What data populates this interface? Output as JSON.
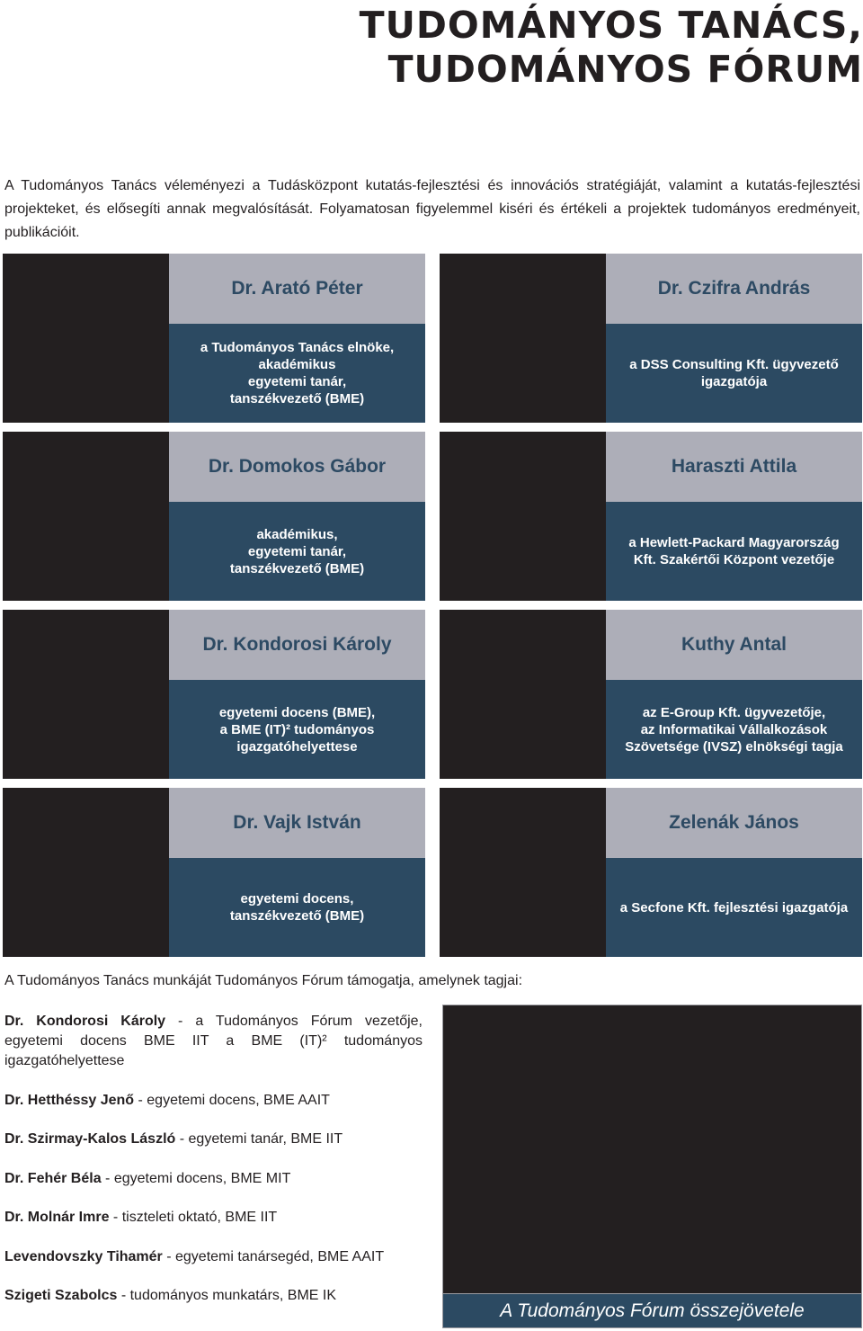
{
  "title": {
    "line1": "TUDOMÁNYOS TANÁCS,",
    "line2": "TUDOMÁNYOS FÓRUM"
  },
  "intro": "A Tudományos Tanács véleményezi a Tudásközpont kutatás-fejlesztési és innovációs stratégiáját, valamint a kutatás-fejlesztési projekteket, és elősegíti annak megvalósítását. Folyamatosan figyelemmel kiséri és értékeli a projektek tudományos eredményeit, publikációit.",
  "council": [
    {
      "name": "Dr. Arató Péter",
      "role": "a Tudományos Tanács elnöke,\nakadémikus\negyetemi tanár,\ntanszékvezető (BME)"
    },
    {
      "name": "Dr. Czifra András",
      "role": "a DSS Consulting Kft. ügyvezető\nigazgatója"
    },
    {
      "name": "Dr. Domokos Gábor",
      "role": "akadémikus,\negyetemi tanár,\ntanszékvezető (BME)"
    },
    {
      "name": "Haraszti Attila",
      "role": "a Hewlett-Packard Magyarország\nKft. Szakértői Központ vezetője"
    },
    {
      "name": "Dr. Kondorosi Károly",
      "role": "egyetemi docens (BME),\na BME (IT)² tudományos\nigazgatóhelyettese"
    },
    {
      "name": "Kuthy Antal",
      "role": "az E-Group Kft. ügyvezetője,\naz Informatikai Vállalkozások\nSzövetsége (IVSZ) elnökségi tagja"
    },
    {
      "name": "Dr. Vajk István",
      "role": "egyetemi docens,\ntanszékvezető (BME)"
    },
    {
      "name": "Zelenák János",
      "role": "a Secfone Kft. fejlesztési igazgatója"
    }
  ],
  "forum": {
    "intro": "A Tudományos Tanács munkáját Tudományos Fórum támogatja, amelynek tagjai:",
    "members": [
      {
        "name": "Dr. Kondorosi Károly",
        "desc": " - a Tudományos Fórum vezetője, egyetemi docens BME IIT a BME (IT)² tudományos igazgatóhelyettese"
      },
      {
        "name": "Dr. Hetthéssy Jenő",
        "desc": " - egyetemi docens, BME AAIT"
      },
      {
        "name": "Dr. Szirmay-Kalos László",
        "desc": " - egyetemi tanár, BME IIT"
      },
      {
        "name": "Dr. Fehér Béla",
        "desc": " - egyetemi docens, BME MIT"
      },
      {
        "name": "Dr. Molnár Imre",
        "desc": " - tiszteleti oktató, BME IIT"
      },
      {
        "name": "Levendovszky Tihamér",
        "desc": " - egyetemi tanársegéd, BME AAIT"
      },
      {
        "name": "Szigeti Szabolcs",
        "desc": " -  tudományos munkatárs, BME IK"
      }
    ],
    "caption": "A Tudományos Fórum összejövetele"
  },
  "colors": {
    "name_band": "#adaeb8",
    "role_band": "#2c4a62",
    "photo": "#231f20",
    "name_text": "#2d4a63"
  }
}
